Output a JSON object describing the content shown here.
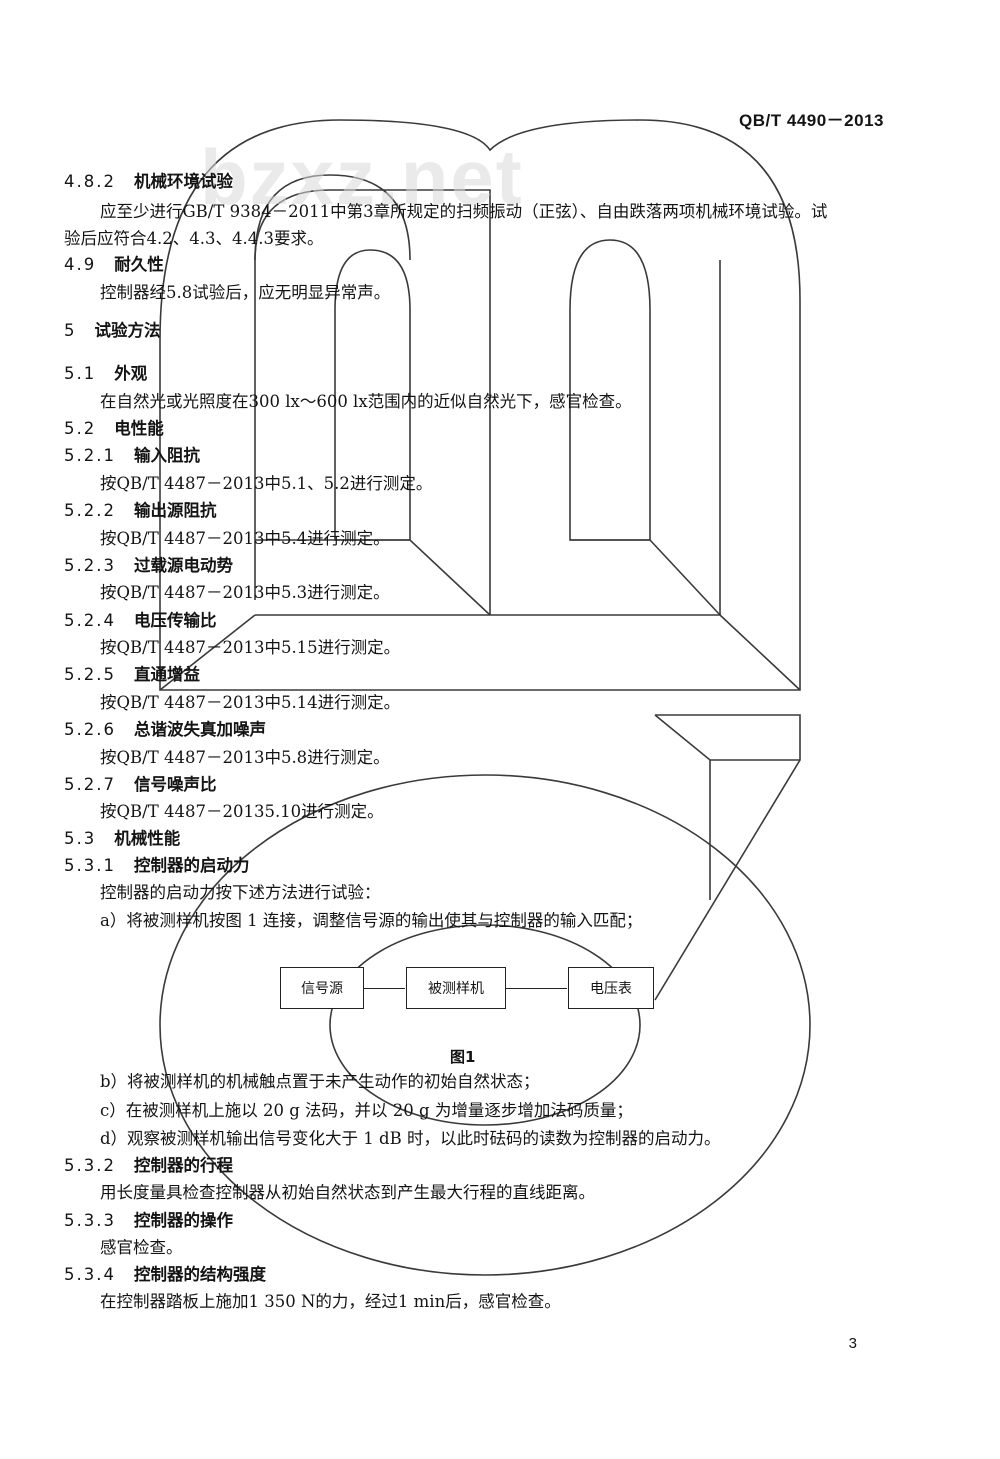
{
  "header": {
    "std_code": "QB/T 4490－2013"
  },
  "watermark": {
    "text": "bzxz.net"
  },
  "sections": [
    {
      "type": "h",
      "num": "4.8.2",
      "title": "机械环境试验"
    },
    {
      "type": "p",
      "text": "应至少进行GB/T 9384－2011中第3章所规定的扫频振动（正弦）、自由跌落两项机械环境试验。试"
    },
    {
      "type": "p0",
      "text": "验后应符合4.2、4.3、4.4.3要求。"
    },
    {
      "type": "h",
      "num": "4.9",
      "title": "耐久性"
    },
    {
      "type": "p",
      "text": "控制器经5.8试验后，应无明显异常声。"
    },
    {
      "type": "h",
      "num": "5",
      "title": "试验方法"
    },
    {
      "type": "h",
      "num": "5.1",
      "title": "外观"
    },
    {
      "type": "p",
      "text": "在自然光或光照度在300 lx～600 lx范围内的近似自然光下，感官检查。"
    },
    {
      "type": "h",
      "num": "5.2",
      "title": "电性能"
    },
    {
      "type": "h",
      "num": "5.2.1",
      "title": "输入阻抗"
    },
    {
      "type": "p",
      "text": "按QB/T 4487－2013中5.1、5.2进行测定。"
    },
    {
      "type": "h",
      "num": "5.2.2",
      "title": "输出源阻抗"
    },
    {
      "type": "p",
      "text": "按QB/T 4487－2013中5.4进行测定。"
    },
    {
      "type": "h",
      "num": "5.2.3",
      "title": "过载源电动势"
    },
    {
      "type": "p",
      "text": "按QB/T 4487－2013中5.3进行测定。"
    },
    {
      "type": "h",
      "num": "5.2.4",
      "title": "电压传输比"
    },
    {
      "type": "p",
      "text": "按QB/T 4487－2013中5.15进行测定。"
    },
    {
      "type": "h",
      "num": "5.2.5",
      "title": "直通增益"
    },
    {
      "type": "p",
      "text": "按QB/T 4487－2013中5.14进行测定。"
    },
    {
      "type": "h",
      "num": "5.2.6",
      "title": "总谐波失真加噪声"
    },
    {
      "type": "p",
      "text": "按QB/T 4487－2013中5.8进行测定。"
    },
    {
      "type": "h",
      "num": "5.2.7",
      "title": "信号噪声比"
    },
    {
      "type": "p",
      "text": "按QB/T 4487－20135.10进行测定。"
    },
    {
      "type": "h",
      "num": "5.3",
      "title": "机械性能"
    },
    {
      "type": "h",
      "num": "5.3.1",
      "title": "控制器的启动力"
    },
    {
      "type": "p",
      "text": "控制器的启动力按下述方法进行试验："
    },
    {
      "type": "p",
      "text": "a）将被测样机按图 1 连接，调整信号源的输出使其与控制器的输入匹配；"
    },
    {
      "type": "p",
      "text": "b）将被测样机的机械触点置于未产生动作的初始自然状态；"
    },
    {
      "type": "p",
      "text": "c）在被测样机上施以 20 g 法码，并以 20 g 为增量逐步增加法码质量；"
    },
    {
      "type": "p",
      "text": "d）观察被测样机输出信号变化大于 1 dB 时，以此时砝码的读数为控制器的启动力。"
    },
    {
      "type": "h",
      "num": "5.3.2",
      "title": "控制器的行程"
    },
    {
      "type": "p",
      "text": "用长度量具检查控制器从初始自然状态到产生最大行程的直线距离。"
    },
    {
      "type": "h",
      "num": "5.3.3",
      "title": "控制器的操作"
    },
    {
      "type": "p",
      "text": "感官检查。"
    },
    {
      "type": "h",
      "num": "5.3.4",
      "title": "控制器的结构强度"
    },
    {
      "type": "p",
      "text": "在控制器踏板上施加1 350 N的力，经过1 min后，感官检查。"
    }
  ],
  "figure": {
    "boxes": [
      "信号源",
      "被测样机",
      "电压表"
    ],
    "caption": "图1"
  },
  "footer": {
    "page_number": "3"
  }
}
